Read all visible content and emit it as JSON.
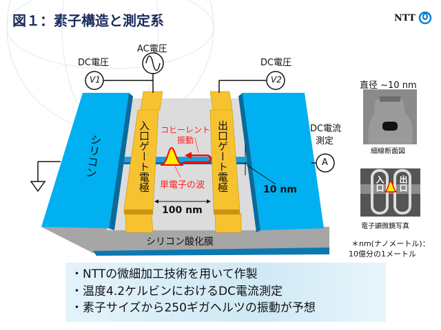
{
  "title": "図１：素子構造と測定系",
  "logo": {
    "text": "NTT",
    "icon": "ntt-logo-icon"
  },
  "diagram": {
    "ac_voltage": "AC電圧",
    "dc_voltage_left": "DC電圧",
    "dc_voltage_right": "DC電圧",
    "v1": "V1",
    "v2": "V2",
    "ammeter": "A",
    "dc_current_line1": "DC電流",
    "dc_current_line2": "測定",
    "silicon": "シリコン",
    "input_gate": "入口ゲート電極",
    "output_gate": "出口ゲート電極",
    "coherent_line1": "コヒーレント",
    "coherent_line2": "振動",
    "single_electron_wave": "単電子の波",
    "gap_width": "100 nm",
    "wire_width": "10 nm",
    "oxide": "シリコン酸化膜"
  },
  "images": {
    "cross_section_header": "直径 ~10 nm",
    "cross_section_caption": "細線断面図",
    "sem_in": "入口",
    "sem_out": "出口",
    "sem_caption": "電子顕微鏡写真"
  },
  "footnote": {
    "line1": "＊nm(ナノメートル)：",
    "line2": "10億分の1メートル"
  },
  "bullets": [
    "・NTTの微細加工技術を用いて作製",
    "・温度4.2ケルビンにおけるDC電流測定",
    "・素子サイズから250ギガヘルツの振動が予想"
  ],
  "colors": {
    "silicon": "#00b0f0",
    "gate": "#f7c230",
    "title": "#1a2b5c",
    "wave": "#ff0000"
  }
}
